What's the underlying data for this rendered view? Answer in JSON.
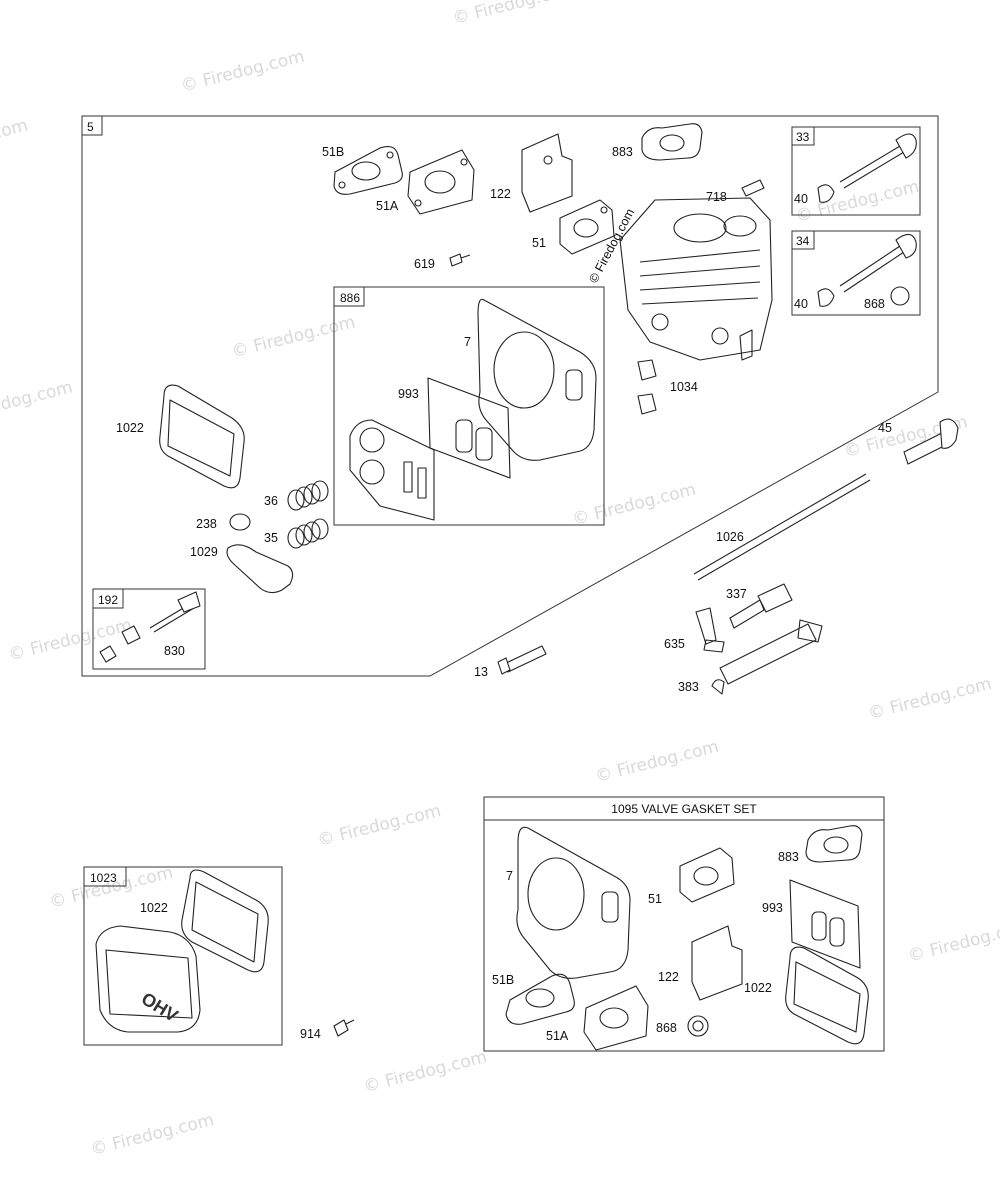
{
  "watermark": "© Firedog.com",
  "center_watermark": "© Firedog.com",
  "assembly": {
    "box_id": "5",
    "sub_886": "886",
    "sub_33": "33",
    "sub_34": "34",
    "sub_192": "192"
  },
  "labels": {
    "p51B": "51B",
    "p51A": "51A",
    "p122": "122",
    "p883": "883",
    "p718": "718",
    "p51": "51",
    "p619": "619",
    "p33_40": "40",
    "p34_40": "40",
    "p868": "868",
    "p7": "7",
    "p993": "993",
    "p1034": "1034",
    "p1022": "1022",
    "p45": "45",
    "p36": "36",
    "p238": "238",
    "p35": "35",
    "p1029": "1029",
    "p1026": "1026",
    "p337": "337",
    "p635": "635",
    "p383": "383",
    "p830": "830",
    "p13": "13"
  },
  "cover": {
    "box_id": "1023",
    "p1022": "1022",
    "p914": "914",
    "cover_text": "OHV"
  },
  "gasket_set": {
    "title": "1095 VALVE GASKET SET",
    "p7": "7",
    "p51": "51",
    "p883": "883",
    "p993": "993",
    "p51B": "51B",
    "p122": "122",
    "p1022": "1022",
    "p51A": "51A",
    "p868": "868"
  }
}
